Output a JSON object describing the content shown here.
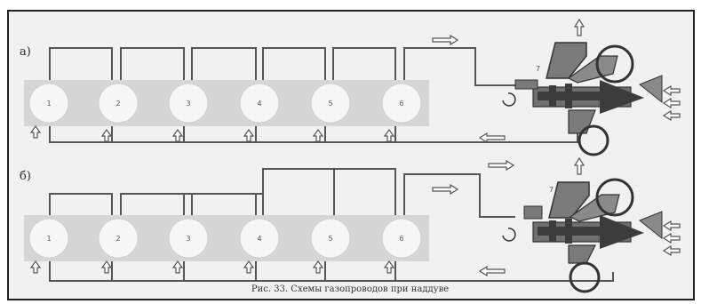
{
  "diagram_a": {
    "label": "а)",
    "cylinders": [
      "1",
      "2",
      "3",
      "4",
      "5",
      "6"
    ],
    "turbo_label": "7"
  },
  "diagram_b": {
    "label": "б)",
    "cylinders": [
      "1",
      "2",
      "3",
      "4",
      "5",
      "6"
    ],
    "turbo_label": "7"
  },
  "caption": "Рис. 33. Схемы газопроводов при наддуве",
  "colors": {
    "frame": "#4a4a4a",
    "pipe": "#555555",
    "engine_band": "#d6d6d6",
    "cylinder": "#f7f7f7",
    "turbo_body": "#7a7a7a",
    "rotor": "#3c3c3c",
    "arrow_outline": "#555555"
  }
}
